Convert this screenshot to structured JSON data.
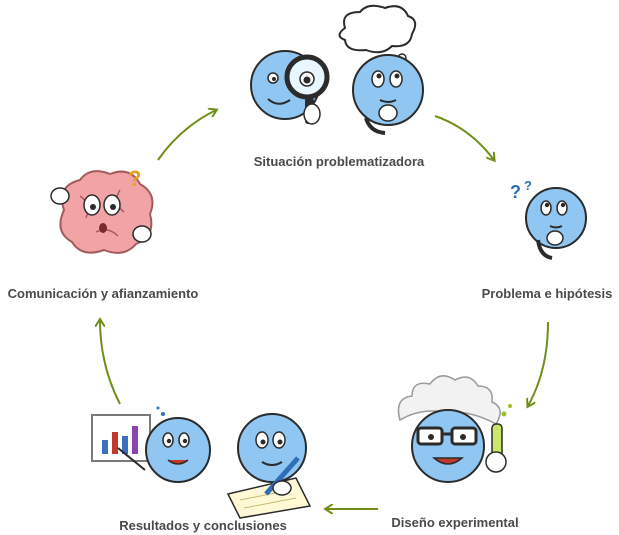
{
  "cycle": {
    "step_1": {
      "label": "Situación problematizadora",
      "icon": "magnifier-thinking-characters-icon"
    },
    "step_2": {
      "label": "Problema e hipótesis",
      "icon": "questioning-character-icon"
    },
    "step_3": {
      "label": "Diseño experimental",
      "icon": "scientist-character-icon"
    },
    "step_4": {
      "label": "Resultados y conclusiones",
      "icon": "chart-and-writing-characters-icon"
    },
    "step_5": {
      "label": "Comunicación y afianzamiento",
      "icon": "brain-character-icon"
    }
  },
  "colors": {
    "arrow": "#6f8f1a",
    "character_fill": "#8fc6f2",
    "character_stroke": "#2b2b2b",
    "brain_fill": "#f2a3a6",
    "label_text": "#4a4a4a"
  }
}
